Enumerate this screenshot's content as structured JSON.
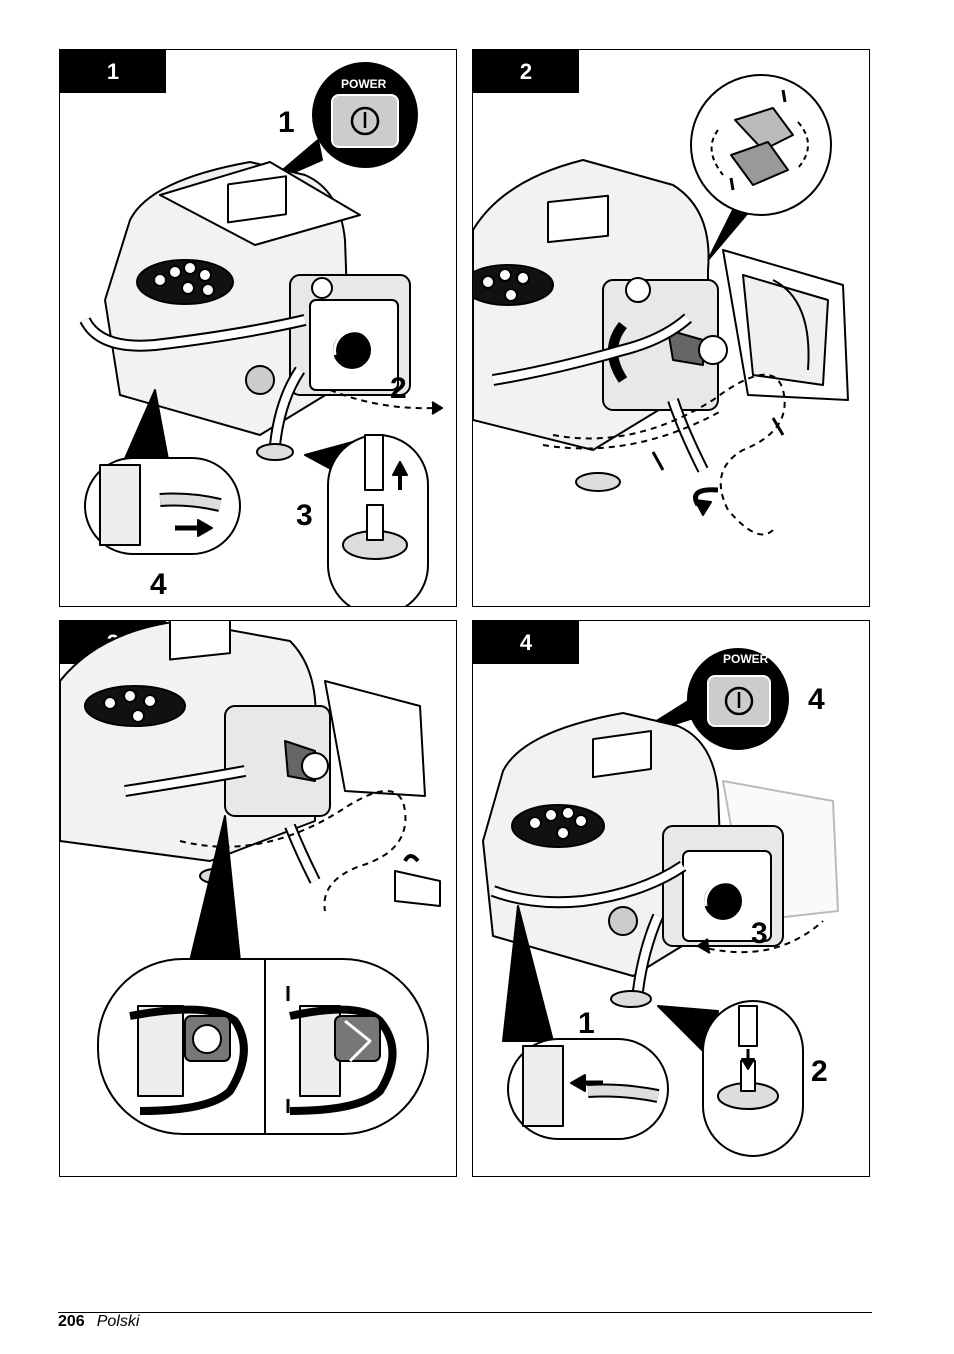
{
  "panels": [
    {
      "number": "1",
      "steps": [
        "1",
        "2",
        "3",
        "4"
      ],
      "power_label": "POWER"
    },
    {
      "number": "2"
    },
    {
      "number": "3"
    },
    {
      "number": "4",
      "steps": [
        "1",
        "2",
        "3",
        "4"
      ],
      "power_label": "POWER"
    }
  ],
  "footer": {
    "page_number": "206",
    "language": "Polski"
  }
}
